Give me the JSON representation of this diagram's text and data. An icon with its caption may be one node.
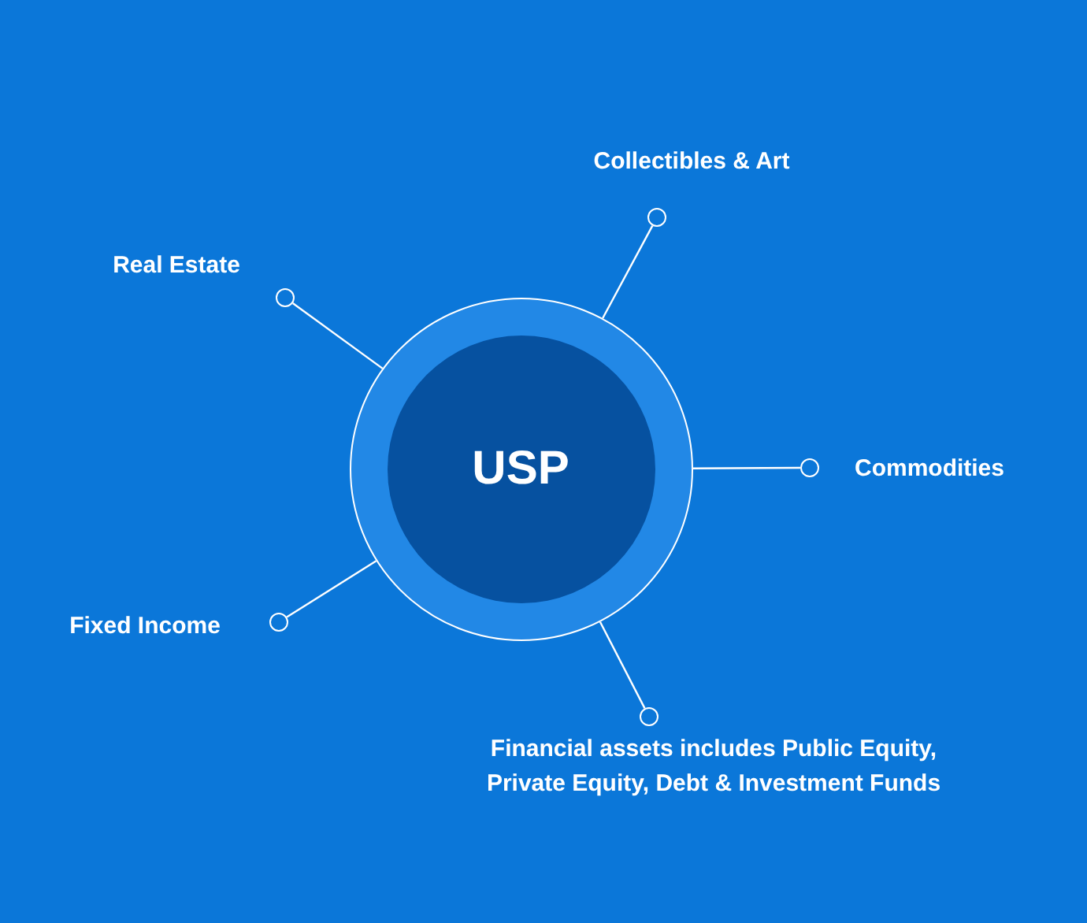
{
  "diagram": {
    "nodes": [
      {
        "text": [
          "USP"
        ]
      },
      {
        "text": [],
        "shape": "circle",
        "beside": [
          "Collectibles & Art"
        ]
      },
      {
        "text": [],
        "shape": "circle",
        "beside": [
          "Real Estate"
        ]
      },
      {
        "text": [],
        "shape": "circle",
        "beside": [
          "Commodities"
        ]
      },
      {
        "text": [],
        "shape": "circle",
        "beside": [
          "Fixed Income"
        ]
      },
      {
        "text": [],
        "shape": "circle",
        "beside": [
          "Financial assets includes Public Equity, Private Equity, Debt & Investment Funds"
        ]
      }
    ],
    "edges": [
      {
        "from": 0,
        "to": 1,
        "arrow": "none"
      },
      {
        "from": 0,
        "to": 2,
        "arrow": "none"
      },
      {
        "from": 0,
        "to": 3,
        "arrow": "none"
      },
      {
        "from": 0,
        "to": 4,
        "arrow": "none"
      },
      {
        "from": 0,
        "to": 5,
        "arrow": "none"
      }
    ]
  }
}
